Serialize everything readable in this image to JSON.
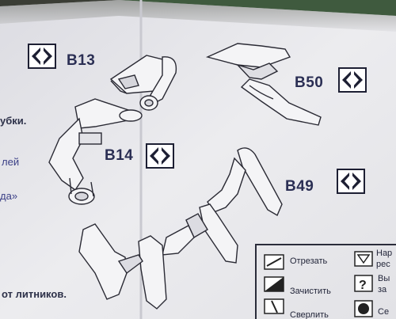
{
  "labels": {
    "b13": "B13",
    "b50": "B50",
    "b14": "B14",
    "b49": "B49"
  },
  "side_text": {
    "line1": "убки.",
    "line2": "лей",
    "line3": "да»",
    "line4": "от литников."
  },
  "legend": {
    "cut": "Отрезать",
    "clean": "Зачистить",
    "drill": "Сверлить",
    "r1": "Нар",
    "r1b": "рес",
    "r2": "Вы",
    "r2b": "за",
    "r3": "Се"
  },
  "colors": {
    "paper": "#e9e9ec",
    "ink": "#2b2f54",
    "outline": "#2a2a34"
  }
}
